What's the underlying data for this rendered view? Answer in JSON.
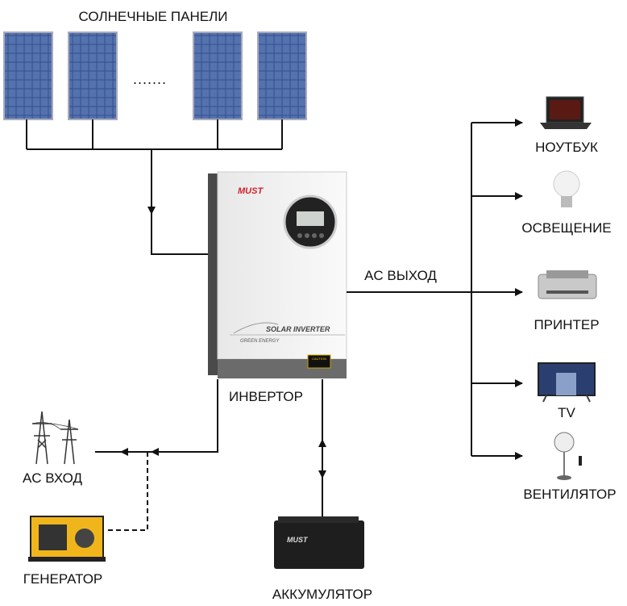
{
  "labels": {
    "solar_panels": "СОЛНЕЧНЫЕ ПАНЕЛИ",
    "inverter": "ИНВЕРТОР",
    "ac_output": "AC ВЫХОД",
    "ac_input": "AC ВХОД",
    "generator": "ГЕНЕРАТОР",
    "battery": "АККУМУЛЯТОР",
    "dots": "......."
  },
  "loads": [
    {
      "label": "НОУТБУК",
      "icon": "laptop-icon"
    },
    {
      "label": "ОСВЕЩЕНИЕ",
      "icon": "light-bulb-icon"
    },
    {
      "label": "ПРИНТЕР",
      "icon": "printer-icon"
    },
    {
      "label": "TV",
      "icon": "tv-icon"
    },
    {
      "label": "ВЕНТИЛЯТОР",
      "icon": "fan-icon"
    }
  ],
  "inverter_device": {
    "brand": "MUST",
    "product": "SOLAR INVERTER",
    "tagline": "GREEN ENERGY",
    "warning": "CAUTION"
  },
  "battery_device": {
    "brand": "MUST"
  },
  "colors": {
    "line": "#111111",
    "panel": "#2f4a8a",
    "brand_red": "#d0202a"
  }
}
